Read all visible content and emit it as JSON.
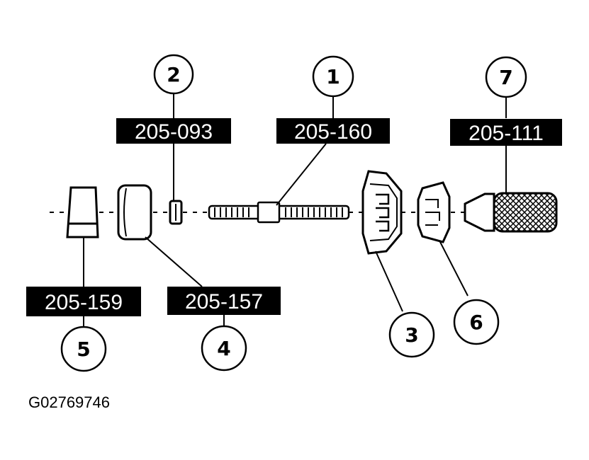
{
  "figure_id": "G02769746",
  "items": [
    {
      "number": "1",
      "part": "205-160"
    },
    {
      "number": "2",
      "part": "205-093"
    },
    {
      "number": "3",
      "part": ""
    },
    {
      "number": "4",
      "part": "205-157"
    },
    {
      "number": "5",
      "part": "205-159"
    },
    {
      "number": "6",
      "part": ""
    },
    {
      "number": "7",
      "part": "205-111"
    }
  ],
  "colors": {
    "ink": "#000000",
    "paper": "#ffffff"
  }
}
